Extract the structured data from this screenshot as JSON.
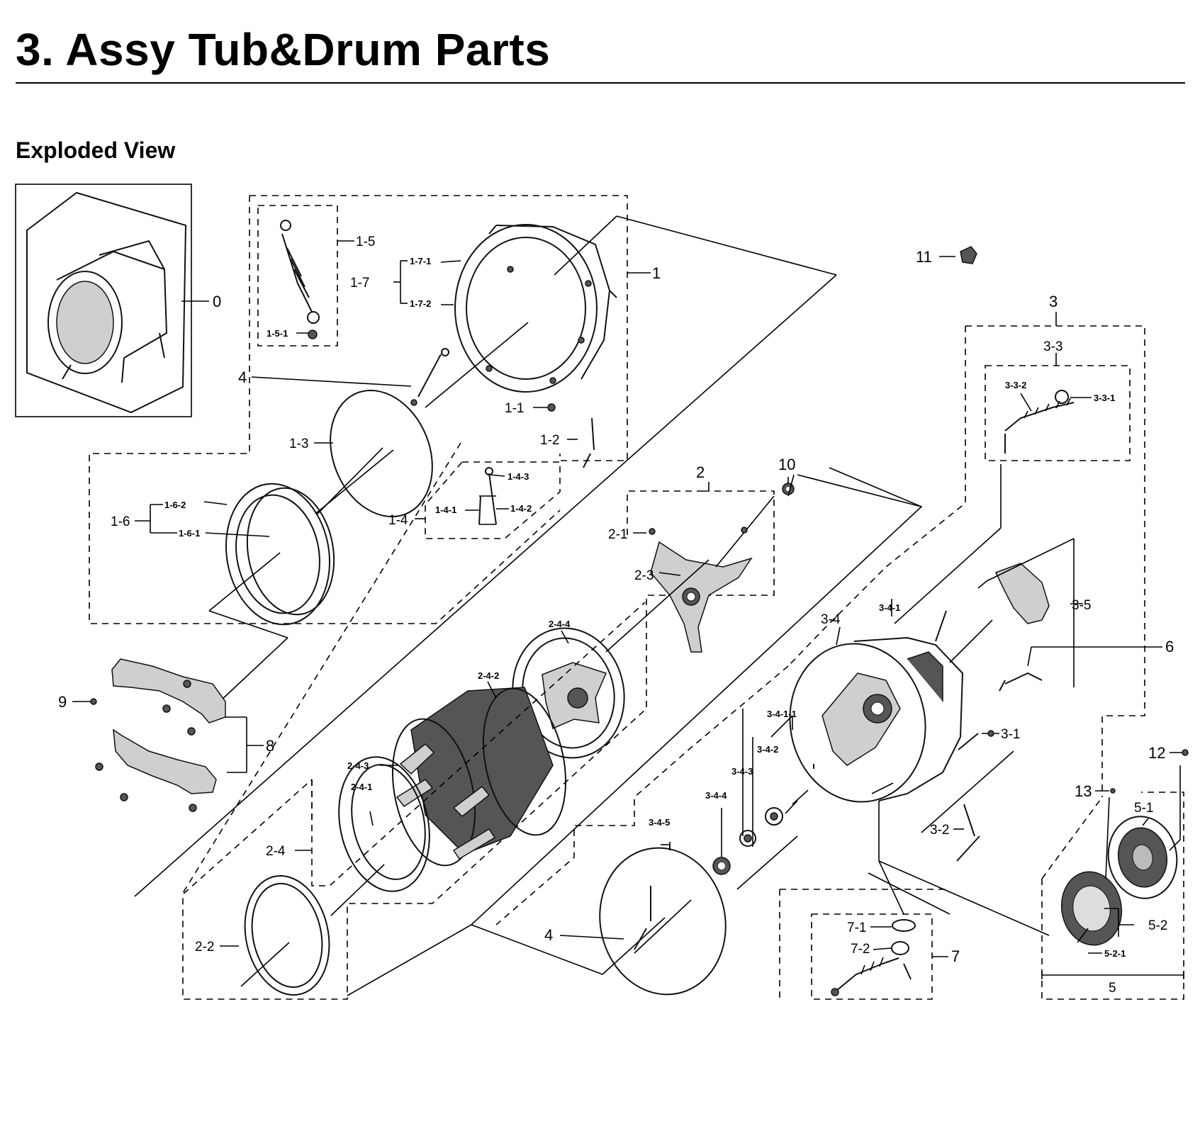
{
  "page": {
    "title": "3.  Assy Tub&Drum Parts",
    "subtitle": "Exploded View"
  },
  "labels": {
    "l0": "0",
    "l1": "1",
    "l1_1": "1-1",
    "l1_2": "1-2",
    "l1_3": "1-3",
    "l1_4": "1-4",
    "l1_4_1": "1-4-1",
    "l1_4_2": "1-4-2",
    "l1_4_3": "1-4-3",
    "l1_5": "1-5",
    "l1_5_1": "1-5-1",
    "l1_6": "1-6",
    "l1_6_1": "1-6-1",
    "l1_6_2": "1-6-2",
    "l1_7": "1-7",
    "l1_7_1": "1-7-1",
    "l1_7_2": "1-7-2",
    "l2": "2",
    "l2_1": "2-1",
    "l2_2": "2-2",
    "l2_3": "2-3",
    "l2_4": "2-4",
    "l2_4_1": "2-4-1",
    "l2_4_2": "2-4-2",
    "l2_4_3": "2-4-3",
    "l2_4_4": "2-4-4",
    "l3": "3",
    "l3_1": "3-1",
    "l3_2": "3-2",
    "l3_3": "3-3",
    "l3_3_1": "3-3-1",
    "l3_3_2": "3-3-2",
    "l3_4": "3-4",
    "l3_4_1": "3-4-1",
    "l3_4_1_1": "3-4-1-1",
    "l3_4_2": "3-4-2",
    "l3_4_3": "3-4-3",
    "l3_4_4": "3-4-4",
    "l3_4_5": "3-4-5",
    "l3_5": "3-5",
    "l4a": "4",
    "l4b": "4",
    "l5": "5",
    "l5_1": "5-1",
    "l5_2": "5-2",
    "l5_2_1": "5-2-1",
    "l6": "6",
    "l7": "7",
    "l7_1": "7-1",
    "l7_2": "7-2",
    "l8": "8",
    "l9": "9",
    "l10": "10",
    "l11": "11",
    "l12": "12",
    "l13": "13"
  }
}
